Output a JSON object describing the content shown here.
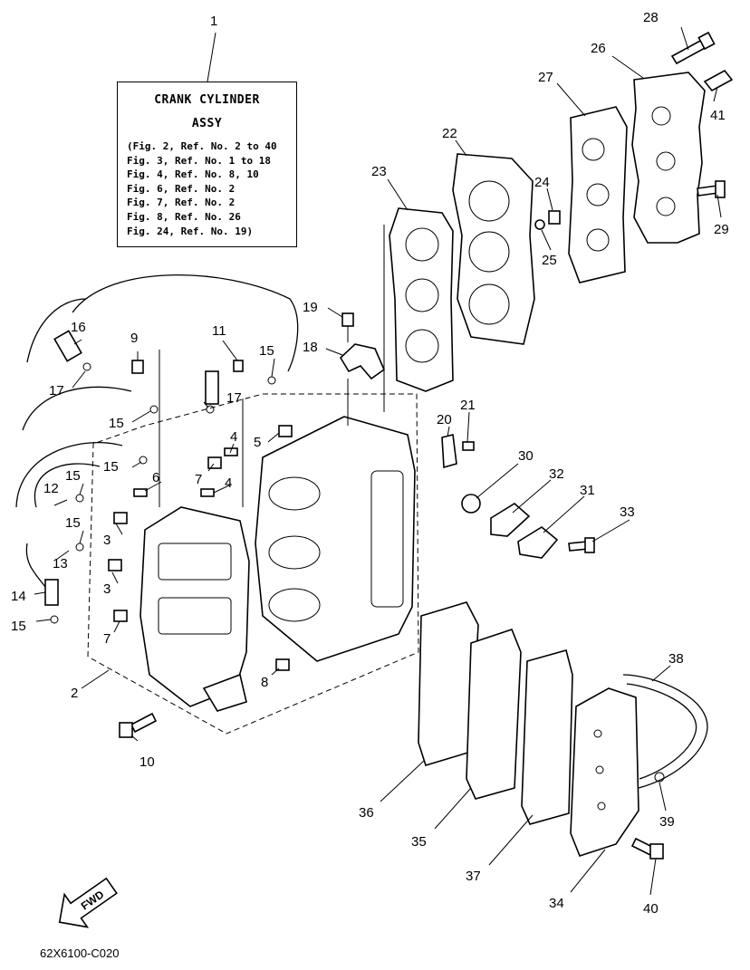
{
  "assembly_box": {
    "ref_number": "1",
    "title_line1": "CRANK CYLINDER",
    "title_line2": "ASSY",
    "references": [
      "(Fig. 2, Ref. No. 2 to 40",
      "Fig. 3, Ref. No. 1 to 18",
      "Fig. 4, Ref. No. 8, 10",
      "Fig. 6, Ref. No. 2",
      "Fig. 7, Ref. No. 2",
      "Fig. 8, Ref. No. 26",
      "Fig. 24, Ref. No. 19)"
    ]
  },
  "callouts": {
    "n2": "2",
    "n3a": "3",
    "n3b": "3",
    "n4a": "4",
    "n4b": "4",
    "n5": "5",
    "n6": "6",
    "n7a": "7",
    "n7b": "7",
    "n8": "8",
    "n9": "9",
    "n10": "10",
    "n11": "11",
    "n12": "12",
    "n13": "13",
    "n14": "14",
    "n15a": "15",
    "n15b": "15",
    "n15c": "15",
    "n15d": "15",
    "n15e": "15",
    "n15f": "15",
    "n16": "16",
    "n17a": "17",
    "n17b": "17",
    "n18": "18",
    "n19": "19",
    "n20": "20",
    "n21": "21",
    "n22": "22",
    "n23": "23",
    "n24": "24",
    "n25": "25",
    "n26": "26",
    "n27": "27",
    "n28": "28",
    "n29": "29",
    "n30": "30",
    "n31": "31",
    "n32": "32",
    "n33": "33",
    "n34": "34",
    "n35": "35",
    "n36": "36",
    "n37": "37",
    "n38": "38",
    "n39": "39",
    "n40": "40",
    "n41": "41"
  },
  "fwd_label": "FWD",
  "diagram_code": "62X6100-C020"
}
